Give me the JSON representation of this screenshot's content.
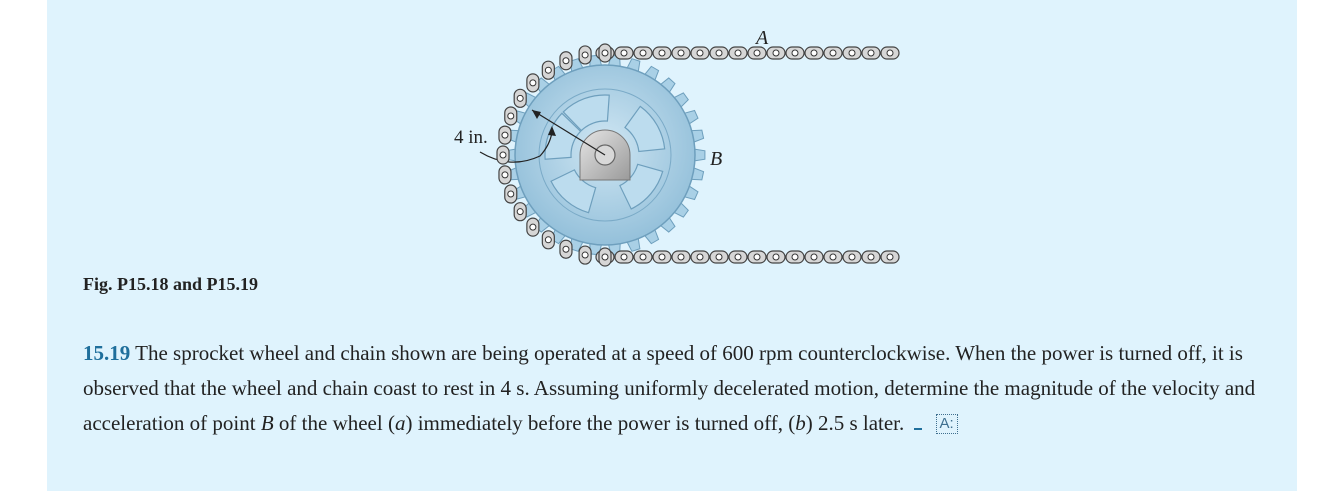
{
  "figure": {
    "label_a": "A",
    "label_b": "B",
    "radius_label": "4 in.",
    "caption": "Fig. P15.18 and P15.19"
  },
  "problem": {
    "number": "15.19",
    "text_1": "The sprocket wheel and chain shown are being operated at a speed of 600 rpm counterclockwise. When the power is turned off, it is observed that the wheel and chain coast to rest in 4 s. Assuming uniformly decelerated motion, determine the magnitude of the velocity and acceleration of point ",
    "point": "B",
    "text_2": " of the wheel (",
    "part_a": "a",
    "text_3": ") immediately before the power is turned off, (",
    "part_b": "b",
    "text_4": ") 2.5 s later.",
    "icon_label": "A:"
  },
  "colors": {
    "panel_bg": "#dff3fd",
    "accent": "#1f6f9c",
    "text": "#222222"
  }
}
